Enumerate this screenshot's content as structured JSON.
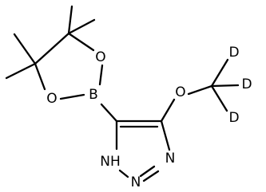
{
  "molecule": {
    "atoms": {
      "o_ring_upper": "O",
      "o_ring_lower": "O",
      "boron": "B",
      "o_methoxy": "O",
      "deuterium_top": "D",
      "deuterium_right": "D",
      "deuterium_bottom": "D",
      "nh": "NH",
      "n_bottom": "N",
      "n_right": "N"
    },
    "colors": {
      "ink": "#000000",
      "background": "#ffffff"
    }
  }
}
